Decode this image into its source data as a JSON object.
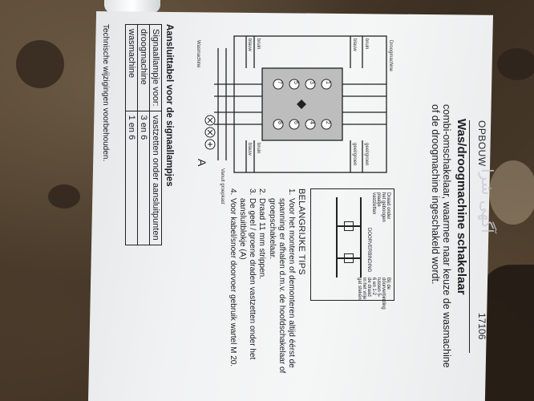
{
  "document": {
    "header_left": "OPBOUW",
    "header_code": "17106",
    "watermark": "آگهی شرا",
    "title": "Was/droogmachine schakelaar",
    "subtitle": "combi-omschakelaar, waarmee naar keuze de wasmachine of de droogmachine ingeschakeld wordt.",
    "tips_title": "BELANGRIJKE TIPS",
    "tips": [
      {
        "n": "1.",
        "text": "Voor het monteren of demonteren altijd éérst de spanning er afhalen d.m.v. de hoofdschakelaar of groepschakelaar."
      },
      {
        "n": "2.",
        "text": "Draad 11 mm strippen."
      },
      {
        "n": "3.",
        "text": "De geel / groene draden vastzetten onder het aansluitblokje (A)"
      },
      {
        "n": "4.",
        "text": "Voor kabel/snoer doorvoer gebruik wartel M 20."
      }
    ],
    "small_diagram": {
      "label_top": "Draad onder het geboogen plaatje vastzetten",
      "label_bottom": "Bij de doorverbinding tussen 5-6 en 1-2 de draad in het vrije gat steken",
      "label_doorverbinding": "DOORVERBINDING"
    },
    "main_diagram": {
      "label_a": "A",
      "terminals": [
        "1",
        "2",
        "3",
        "4",
        "5",
        "6",
        "7",
        "8"
      ],
      "wire_labels": [
        "bruin",
        "blauw",
        "geel/groen",
        "geel/groen",
        "bruin",
        "blauw",
        "bruin",
        "blauw"
      ],
      "bottom_label_left": "Vanuit groepkast",
      "bottom_label_right": "Wasmachine",
      "right_label": "Droogmachine"
    },
    "table_title": "Aansluittabel voor de signaallampjes",
    "table": {
      "headers": [
        "Signaallampje voor:",
        "vastzetten onder aansluitpunten"
      ],
      "rows": [
        [
          "droogmachine",
          "3 en 6"
        ],
        [
          "wasmachine",
          "1 en 6"
        ]
      ]
    },
    "footnote": "Technische wijzigingen voorbehouden."
  }
}
